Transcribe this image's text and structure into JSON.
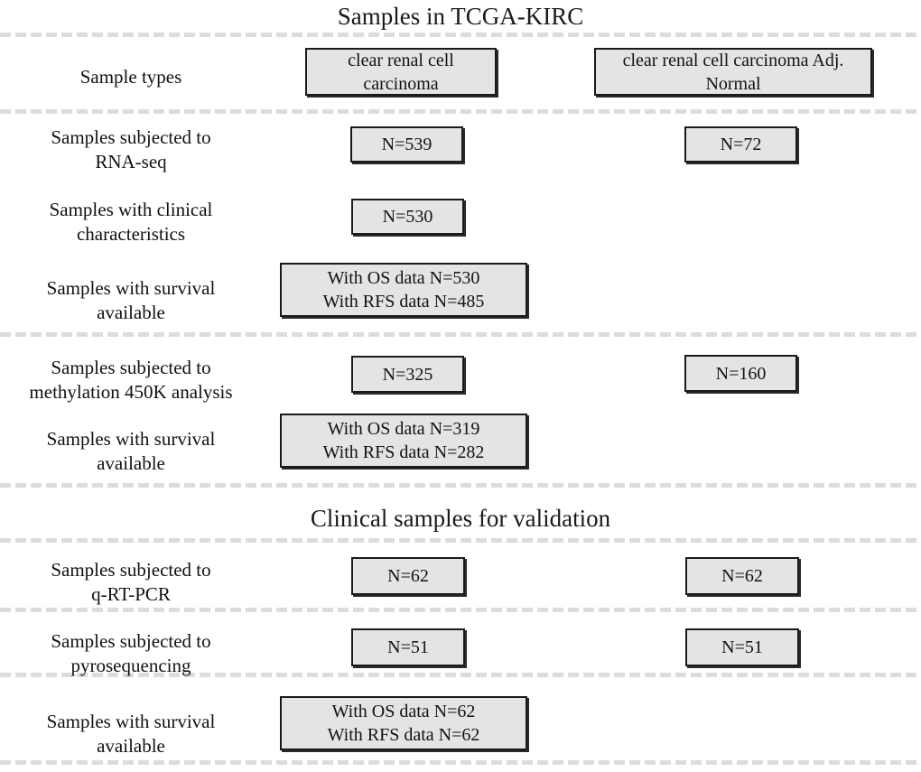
{
  "figure": {
    "sections": [
      {
        "id": "tcga",
        "title": "Samples in TCGA-KIRC"
      },
      {
        "id": "validation",
        "title": "Clinical samples for validation"
      }
    ],
    "rows": [
      {
        "id": "sample-types",
        "label": "Sample types",
        "tumor": [
          "clear renal cell",
          "carcinoma"
        ],
        "normal": [
          "clear renal cell carcinoma Adj.",
          "Normal"
        ]
      },
      {
        "id": "rna-seq",
        "label": "Samples subjected to\nRNA-seq",
        "tumor": [
          "N=539"
        ],
        "normal": [
          "N=72"
        ]
      },
      {
        "id": "clinical-characteristics",
        "label": "Samples with clinical\ncharacteristics",
        "tumor": [
          "N=530"
        ],
        "normal": []
      },
      {
        "id": "survival-rnaseq",
        "label": "Samples with survival\navailable",
        "tumor": [
          "With OS data N=530",
          "With RFS data N=485"
        ],
        "normal": []
      },
      {
        "id": "methylation-450k",
        "label": "Samples subjected to\nmethylation 450K analysis",
        "tumor": [
          "N=325"
        ],
        "normal": [
          "N=160"
        ]
      },
      {
        "id": "survival-methylation",
        "label": "Samples with survival\navailable",
        "tumor": [
          "With OS data N=319",
          "With RFS data N=282"
        ],
        "normal": []
      },
      {
        "id": "q-rt-pcr",
        "label": "Samples subjected to\nq-RT-PCR",
        "tumor": [
          "N=62"
        ],
        "normal": [
          "N=62"
        ]
      },
      {
        "id": "pyrosequencing",
        "label": "Samples subjected to\npyrosequencing",
        "tumor": [
          "N=51"
        ],
        "normal": [
          "N=51"
        ]
      },
      {
        "id": "survival-validation",
        "label": "Samples with survival\navailable",
        "tumor": [
          "With OS data N=62",
          "With RFS data N=62"
        ],
        "normal": []
      }
    ],
    "colors": {
      "box_fill": "#e4e4e4",
      "box_border": "#1a1a1a",
      "divider": "#dcdcdc",
      "text": "#111111",
      "background": "#ffffff"
    }
  }
}
